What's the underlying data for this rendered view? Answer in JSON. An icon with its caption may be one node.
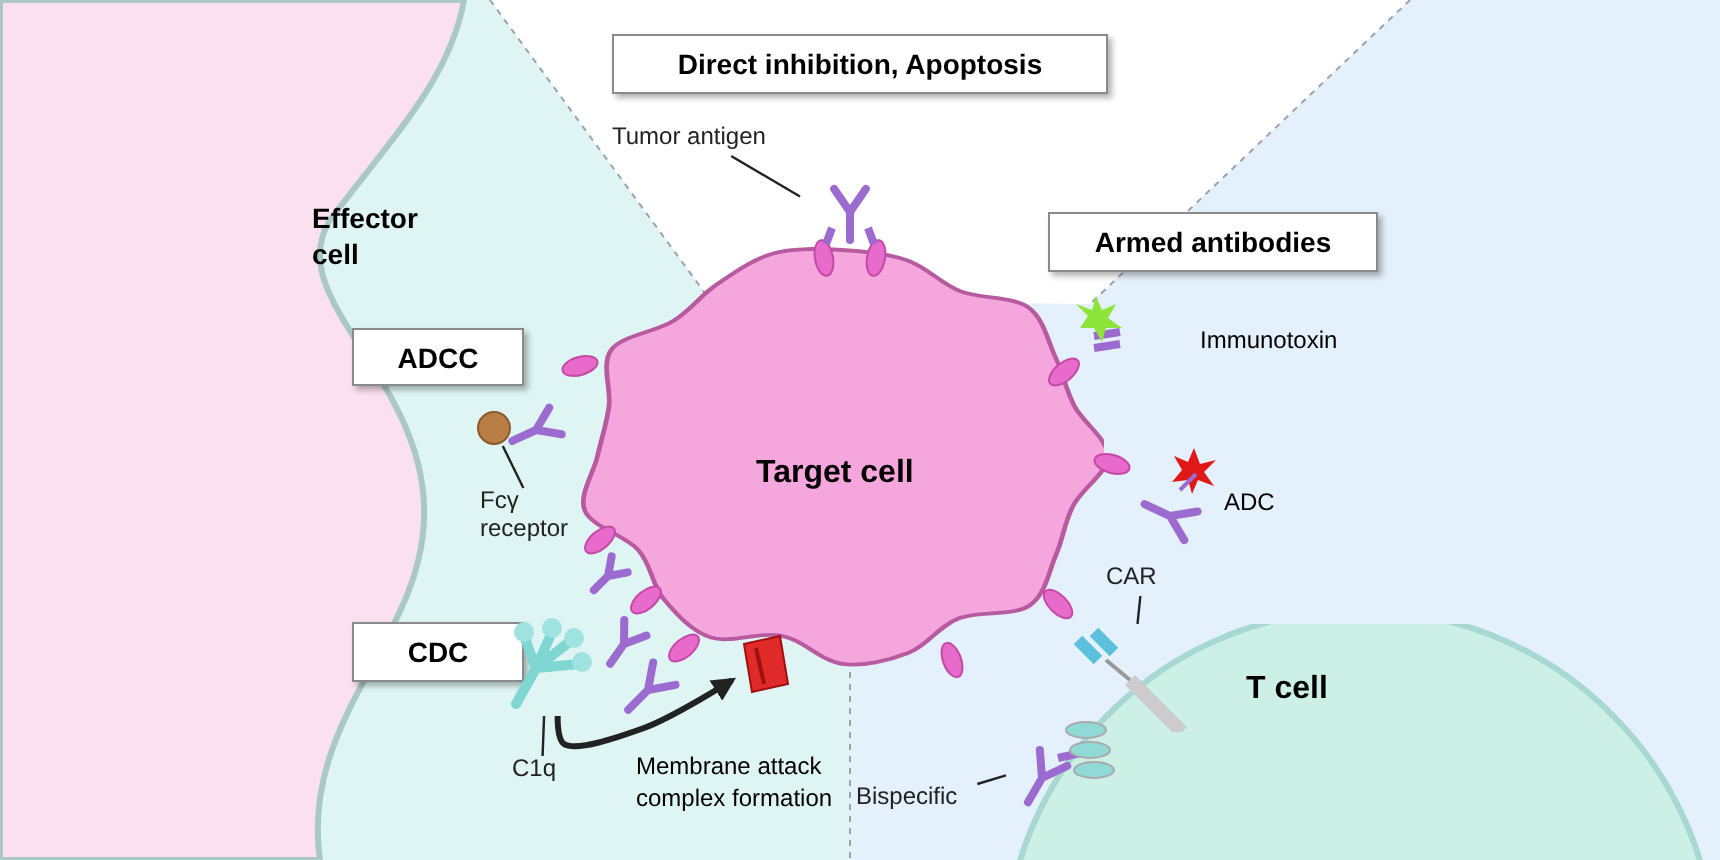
{
  "diagram": {
    "nodes": [
      {
        "text": [
          "Direct inhibition, Apoptosis"
        ]
      },
      {
        "text": [
          "Armed antibodies"
        ]
      },
      {
        "text": [
          "ADCC"
        ]
      },
      {
        "text": [
          "CDC"
        ]
      },
      {
        "text": [
          "Effector cell"
        ]
      },
      {
        "text": [
          "Target cell"
        ]
      },
      {
        "text": [
          "T cell"
        ]
      },
      {
        "text": [
          "Tumor antigen"
        ]
      },
      {
        "text": [],
        "shape": "picture"
      },
      {
        "text": [
          "Fcγ receptor"
        ]
      },
      {
        "text": [],
        "shape": "circle"
      },
      {
        "text": [
          "C1q"
        ]
      },
      {
        "text": [],
        "shape": "picture"
      },
      {
        "text": [],
        "shape": "picture"
      },
      {
        "text": [
          "CAR"
        ]
      },
      {
        "text": [],
        "shape": "picture",
        "in": 6
      },
      {
        "text": [
          "Bispecific"
        ]
      },
      {
        "text": [],
        "shape": "picture",
        "in": 6
      }
    ],
    "edges": [
      {
        "from": 7,
        "to": 8,
        "arrow": "none"
      },
      {
        "from": 9,
        "to": 10,
        "arrow": "none"
      },
      {
        "from": 11,
        "to": 12,
        "arrow": "none"
      },
      {
        "from": 12,
        "to": 13,
        "arrow": "to",
        "style": "thick"
      },
      {
        "from": 14,
        "to": 15,
        "arrow": "none"
      },
      {
        "from": 16,
        "to": 17,
        "arrow": "none"
      }
    ],
    "labels": [
      "Immunotoxin",
      "ADC",
      "Membrane attack complex formation"
    ]
  }
}
